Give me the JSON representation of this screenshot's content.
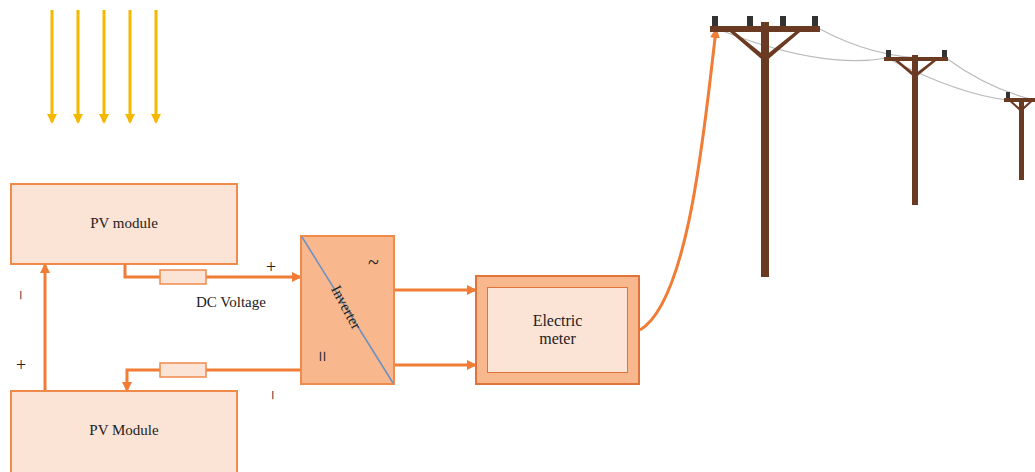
{
  "diagram": {
    "nodes": [
      {
        "text": [
          "PV module"
        ]
      },
      {
        "text": [
          "PV Module"
        ]
      },
      {
        "text": [
          "~",
          "Inverter",
          "="
        ]
      },
      {
        "text": [
          "Electric meter"
        ]
      }
    ],
    "edges": [
      {
        "from": 0,
        "to": 2,
        "arrow": "to"
      },
      {
        "from": 2,
        "to": 1,
        "arrow": "to"
      },
      {
        "from": 1,
        "to": 0,
        "arrow": "to"
      },
      {
        "from": 2,
        "to": 3,
        "arrow": "to"
      },
      {
        "from": 2,
        "to": 3,
        "arrow": "to"
      }
    ],
    "labels": [
      "+",
      "DC Voltage",
      "−",
      "+",
      "−"
    ]
  }
}
